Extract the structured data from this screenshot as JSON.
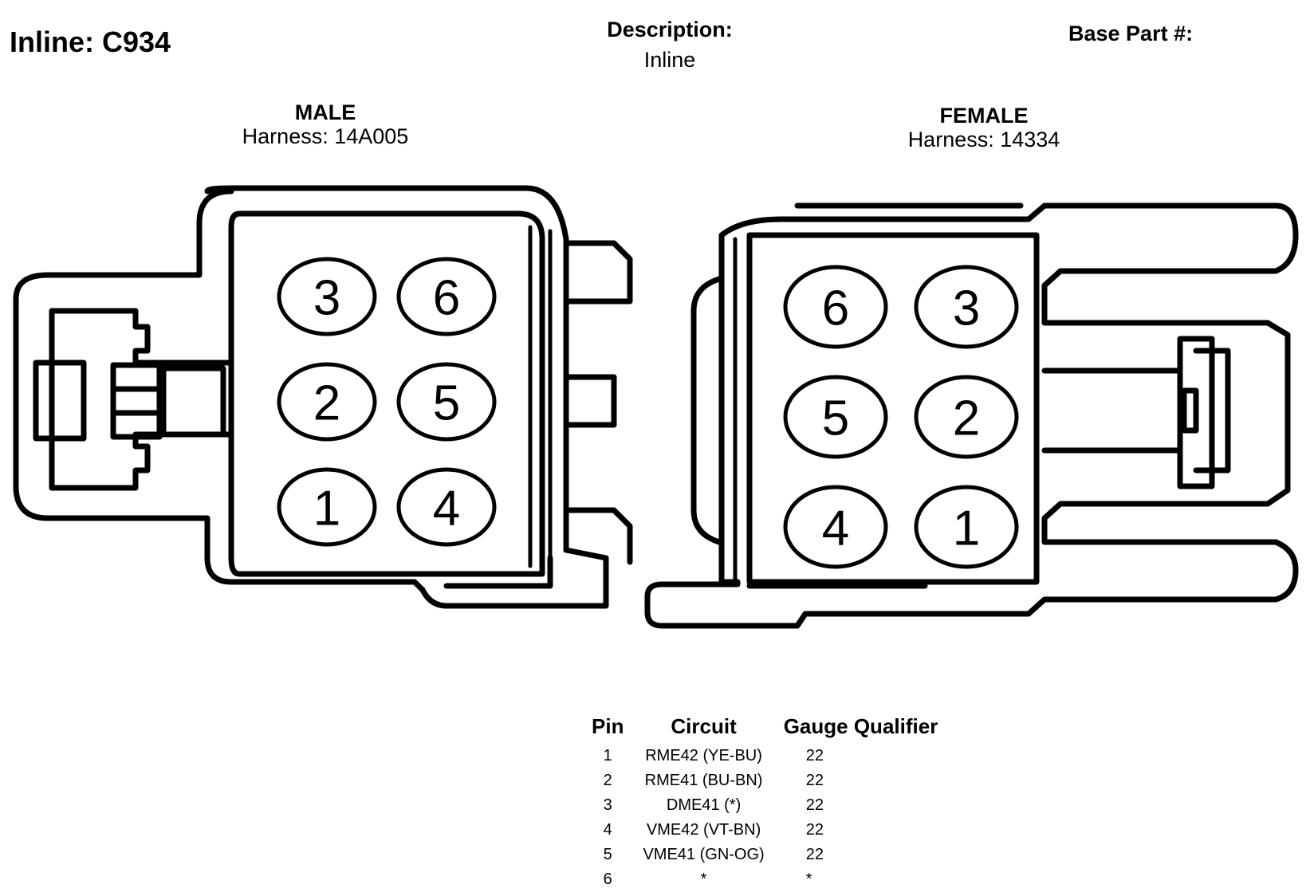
{
  "header": {
    "title": "Inline: C934",
    "description_label": "Description:",
    "description_value": "Inline",
    "base_part_label": "Base Part #:"
  },
  "male": {
    "name": "MALE",
    "harness": "Harness: 14A005",
    "pins": [
      {
        "label": "3",
        "col": 0,
        "row": 0
      },
      {
        "label": "6",
        "col": 1,
        "row": 0
      },
      {
        "label": "2",
        "col": 0,
        "row": 1
      },
      {
        "label": "5",
        "col": 1,
        "row": 1
      },
      {
        "label": "1",
        "col": 0,
        "row": 2
      },
      {
        "label": "4",
        "col": 1,
        "row": 2
      }
    ]
  },
  "female": {
    "name": "FEMALE",
    "harness": "Harness: 14334",
    "pins": [
      {
        "label": "6",
        "col": 0,
        "row": 0
      },
      {
        "label": "3",
        "col": 1,
        "row": 0
      },
      {
        "label": "5",
        "col": 0,
        "row": 1
      },
      {
        "label": "2",
        "col": 1,
        "row": 1
      },
      {
        "label": "4",
        "col": 0,
        "row": 2
      },
      {
        "label": "1",
        "col": 1,
        "row": 2
      }
    ]
  },
  "pin_table": {
    "headers": [
      "Pin",
      "Circuit",
      "Gauge Qualifier"
    ],
    "rows": [
      [
        "1",
        "RME42 (YE-BU)",
        "22"
      ],
      [
        "2",
        "RME41 (BU-BN)",
        "22"
      ],
      [
        "3",
        "DME41 (*)",
        "22"
      ],
      [
        "4",
        "VME42 (VT-BN)",
        "22"
      ],
      [
        "5",
        "VME41 (GN-OG)",
        "22"
      ],
      [
        "6",
        "*",
        "*"
      ]
    ]
  }
}
